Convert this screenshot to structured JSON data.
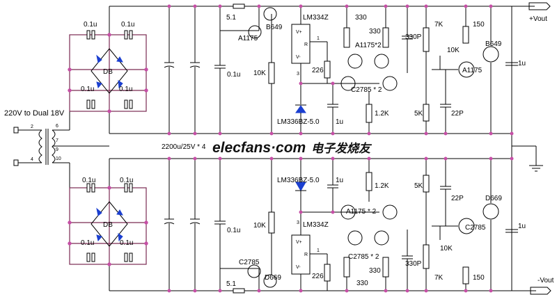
{
  "labels": {
    "vout_pos": "+Vout",
    "vout_neg": "-Vout",
    "transformer": "220V to Dual 18V",
    "filter_caps": "2200u/25V * 4",
    "cap_01u": "0.1u",
    "db": "DB",
    "cap_1u": "1u",
    "cap_330p": "330P",
    "cap_22p": "22P",
    "r_5_1": "5.1",
    "r_330": "330",
    "r_7k": "7K",
    "r_150": "150",
    "r_10k": "10K",
    "r_226": "226",
    "r_1_2k": "1.2K",
    "r_5k": "5K",
    "q_b649": "B649",
    "q_a1175": "A1175",
    "q_a1175x2": "A1175*2",
    "q_a1175x2_sp": "A1175 * 2",
    "q_c2785": "C2785",
    "q_c2785x2": "C2785 * 2",
    "q_d669": "D669",
    "ic_lm334z": "LM334Z",
    "ic_lm336": "LM336BZ-5.0",
    "ic_r": "R",
    "ic_v_plus": "V+",
    "ic_v_minus": "V-",
    "pin_1": "1",
    "pin_2": "2",
    "pin_3": "3",
    "pin_4": "4",
    "pin_6": "6",
    "pin_7": "7",
    "pin_9": "9",
    "pin_10": "10"
  },
  "watermark": {
    "brand": "elecfans·com",
    "brand_cn": "电子发烧友"
  },
  "colors": {
    "wire": "#000000",
    "rail_wire": "#7a2a52",
    "node_dot": "#c64fa6",
    "diode_fill": "#1b3fd0"
  }
}
